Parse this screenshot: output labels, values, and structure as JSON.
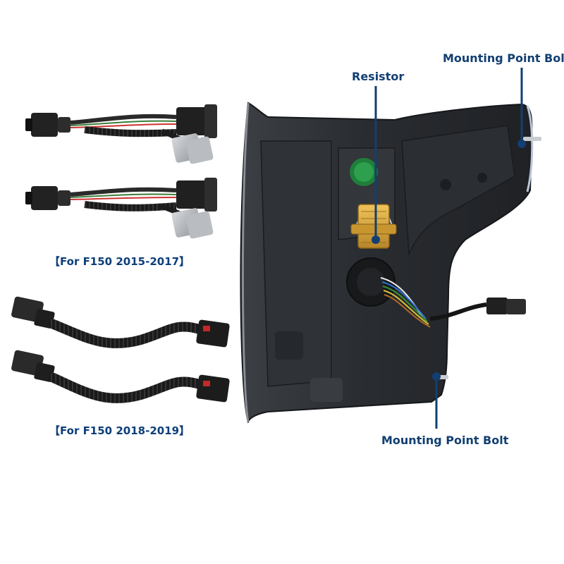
{
  "captions": {
    "f150_2015_2017": "【For F150 2015-2017】",
    "f150_2018_2019": "【For F150 2018-2019】"
  },
  "callouts": {
    "resistor": "Resistor",
    "mounting_top": "Mounting Point Bolt",
    "mounting_bottom": "Mounting Point Bolt"
  },
  "colors": {
    "callout_blue": "#123f72",
    "housing_dark": "#2a2c30",
    "resistor_gold": "#d8a73a",
    "cable_black": "#1b1b1b",
    "connector_gray": "#a9aeb4"
  }
}
